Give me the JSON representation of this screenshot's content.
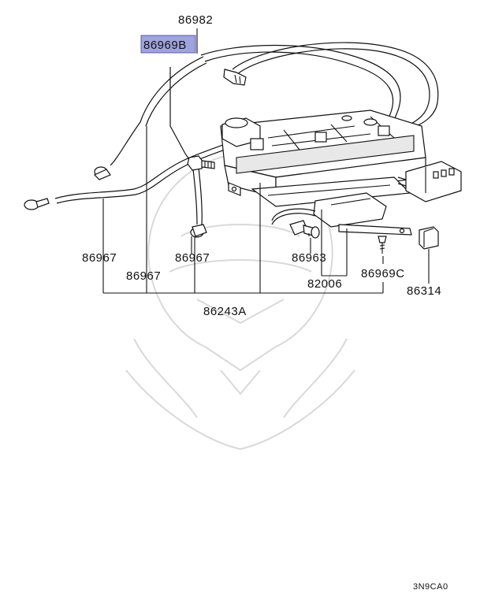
{
  "diagram": {
    "labels": {
      "p86982": "86982",
      "p86969B": "86969B",
      "p86967_left": "86967",
      "p86967_mid": "86967",
      "p86967_center": "86967",
      "p86963": "86963",
      "p82006": "82006",
      "p86969C": "86969C",
      "p86314": "86314",
      "p86243A": "86243A"
    },
    "highlight_color": "#9fa3de",
    "code": "3N9CA0"
  }
}
